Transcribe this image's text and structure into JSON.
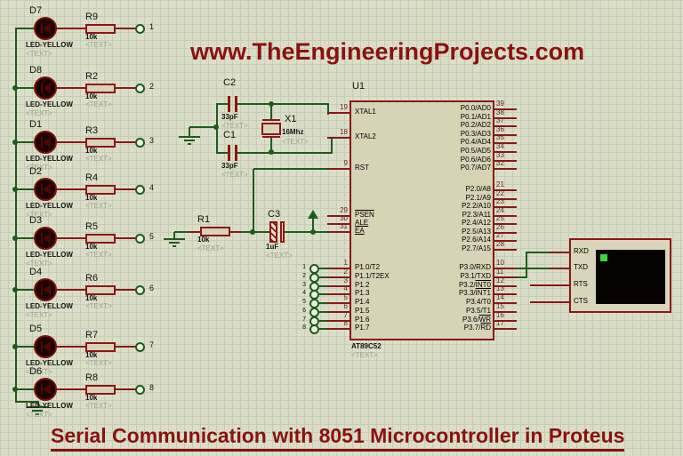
{
  "titles": {
    "top": "www.TheEngineeringProjects.com",
    "bottom": "Serial Communication with 8051 Microcontroller in Proteus"
  },
  "shared": {
    "placeholder": "<TEXT>",
    "led_type": "LED-YELLOW",
    "res_value": "10k"
  },
  "led_rows": [
    {
      "ref": "D7",
      "res": "R9",
      "terminal": "1"
    },
    {
      "ref": "D8",
      "res": "R2",
      "terminal": "2"
    },
    {
      "ref": "D1",
      "res": "R3",
      "terminal": "3"
    },
    {
      "ref": "D2",
      "res": "R4",
      "terminal": "4"
    },
    {
      "ref": "D3",
      "res": "R5",
      "terminal": "5"
    },
    {
      "ref": "D4",
      "res": "R6",
      "terminal": "6"
    },
    {
      "ref": "D5",
      "res": "R7",
      "terminal": "7"
    },
    {
      "ref": "D6",
      "res": "R8",
      "terminal": "8"
    }
  ],
  "components": {
    "c2": {
      "ref": "C2",
      "value": "33pF"
    },
    "c1": {
      "ref": "C1",
      "value": "33pF"
    },
    "c3": {
      "ref": "C3",
      "value": "1uF"
    },
    "x1": {
      "ref": "X1",
      "value": "16Mhz"
    },
    "r1": {
      "ref": "R1",
      "value": "10k"
    },
    "u1": {
      "ref": "U1",
      "part": "AT89C52"
    }
  },
  "mcu": {
    "left_pins": [
      {
        "num": "19",
        "name": "XTAL1"
      },
      {
        "num": "18",
        "name": "XTAL2"
      },
      {
        "num": "9",
        "name": "RST"
      },
      {
        "num": "29",
        "name": "PSEN",
        "deco": "over"
      },
      {
        "num": "30",
        "name": "ALE",
        "deco": "under"
      },
      {
        "num": "31",
        "name": "EA",
        "deco": "under"
      },
      {
        "num": "1",
        "name": "P1.0/T2"
      },
      {
        "num": "2",
        "name": "P1.1/T2EX"
      },
      {
        "num": "3",
        "name": "P1.2"
      },
      {
        "num": "4",
        "name": "P1.3"
      },
      {
        "num": "5",
        "name": "P1.4"
      },
      {
        "num": "6",
        "name": "P1.5"
      },
      {
        "num": "7",
        "name": "P1.6"
      },
      {
        "num": "8",
        "name": "P1.7"
      }
    ],
    "right_pins": [
      {
        "num": "39",
        "name": "P0.0/AD0"
      },
      {
        "num": "38",
        "name": "P0.1/AD1"
      },
      {
        "num": "37",
        "name": "P0.2/AD2"
      },
      {
        "num": "36",
        "name": "P0.3/AD3"
      },
      {
        "num": "35",
        "name": "P0.4/AD4"
      },
      {
        "num": "34",
        "name": "P0.5/AD5"
      },
      {
        "num": "33",
        "name": "P0.6/AD6"
      },
      {
        "num": "32",
        "name": "P0.7/AD7"
      },
      {
        "num": "21",
        "name": "P2.0/A8"
      },
      {
        "num": "22",
        "name": "P2.1/A9"
      },
      {
        "num": "23",
        "name": "P2.2/A10"
      },
      {
        "num": "24",
        "name": "P2.3/A11"
      },
      {
        "num": "25",
        "name": "P2.4/A12"
      },
      {
        "num": "26",
        "name": "P2.5/A13"
      },
      {
        "num": "27",
        "name": "P2.6/A14"
      },
      {
        "num": "28",
        "name": "P2.7/A15"
      },
      {
        "num": "10",
        "name": "P3.0/RXD"
      },
      {
        "num": "11",
        "name": "P3.1/TXD"
      },
      {
        "num": "12",
        "name": "P3.2/INT0",
        "deco": "over-part"
      },
      {
        "num": "13",
        "name": "P3.3/INT1",
        "deco": "over-part"
      },
      {
        "num": "14",
        "name": "P3.4/T0"
      },
      {
        "num": "15",
        "name": "P3.5/T1"
      },
      {
        "num": "16",
        "name": "P3.6/WR",
        "deco": "over-part"
      },
      {
        "num": "17",
        "name": "P3.7/RD",
        "deco": "over-part"
      }
    ]
  },
  "terminal_module": {
    "pins": [
      "RXD",
      "TXD",
      "RTS",
      "CTS"
    ]
  },
  "colors": {
    "wire_green": "#1d5c1e",
    "component_red": "#8b1717",
    "title_red": "#8b1111",
    "cursor_green": "#3ed43e"
  }
}
